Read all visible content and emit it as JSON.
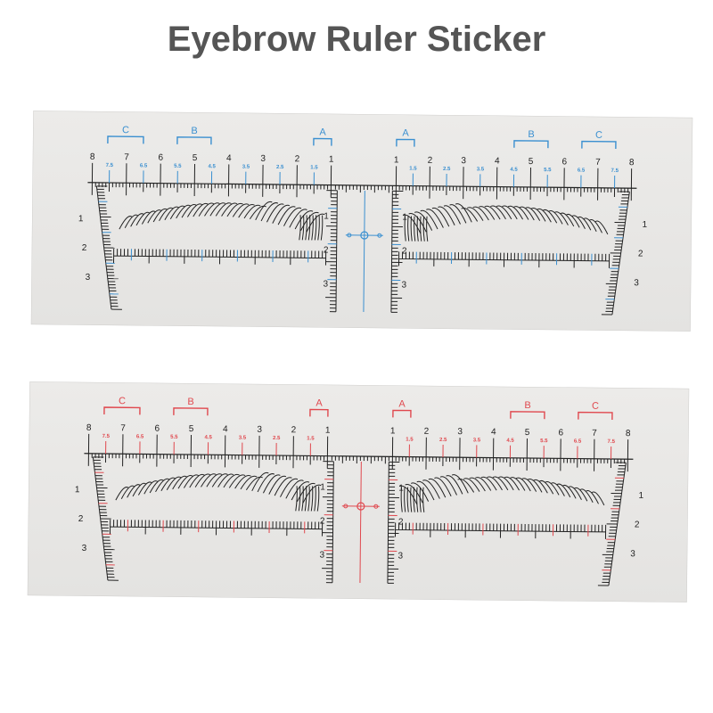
{
  "title": "Eyebrow Ruler Sticker",
  "colors": {
    "blue_accent": "#3a8fd0",
    "red_accent": "#e0484e",
    "ink": "#222222",
    "sheet_fill_top": "#ecebe9",
    "sheet_fill_bottom": "#e4e3e1"
  },
  "ruler": {
    "top_major_left": [
      "8",
      "7",
      "6",
      "5",
      "4",
      "3",
      "2",
      "1"
    ],
    "top_half_left": [
      "7.5",
      "6.5",
      "5.5",
      "4.5",
      "3.5",
      "2.5",
      "1.5"
    ],
    "top_half_left_blue_variant": [
      "7.5",
      "6.5",
      "5.5",
      "4.5",
      "3.5",
      "2.5",
      "1.5"
    ],
    "top_major_right": [
      "1",
      "2",
      "3",
      "4",
      "5",
      "6",
      "7",
      "8"
    ],
    "top_half_right": [
      "1.5",
      "2.5",
      "3.5",
      "4.5",
      "5.5",
      "6.5",
      "7.5"
    ],
    "bracket_letters_left": [
      "C",
      "B",
      "A"
    ],
    "bracket_letters_right": [
      "A",
      "B",
      "C"
    ],
    "side_numbers": [
      "1",
      "2",
      "3"
    ],
    "center_numbers": [
      "1",
      "2",
      "3"
    ]
  }
}
